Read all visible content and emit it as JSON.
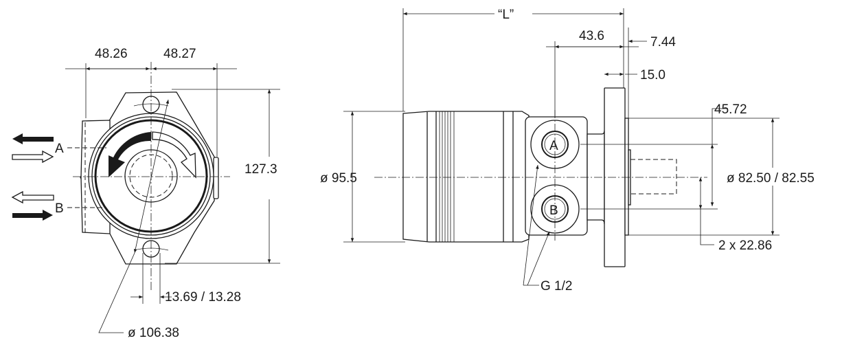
{
  "front_view": {
    "dim_left_width": "48.26",
    "dim_right_width": "48.27",
    "dim_height": "127.3",
    "dim_bolt_hole": "13.69 / 13.28",
    "dim_bolt_circle": "ø 106.38",
    "port_a_label": "A",
    "port_b_label": "B"
  },
  "side_view": {
    "dim_length": "“L”",
    "dim_port_offset": "43.6",
    "dim_pilot": "7.44",
    "dim_flange": "15.0",
    "dim_body_diameter": "ø 95.5",
    "dim_port_spacing": "45.72",
    "dim_pilot_diameter": "ø 82.50 / 82.55",
    "dim_half_spacing": "2 x 22.86",
    "port_thread": "G 1/2",
    "port_a_label": "A",
    "port_b_label": "B"
  }
}
